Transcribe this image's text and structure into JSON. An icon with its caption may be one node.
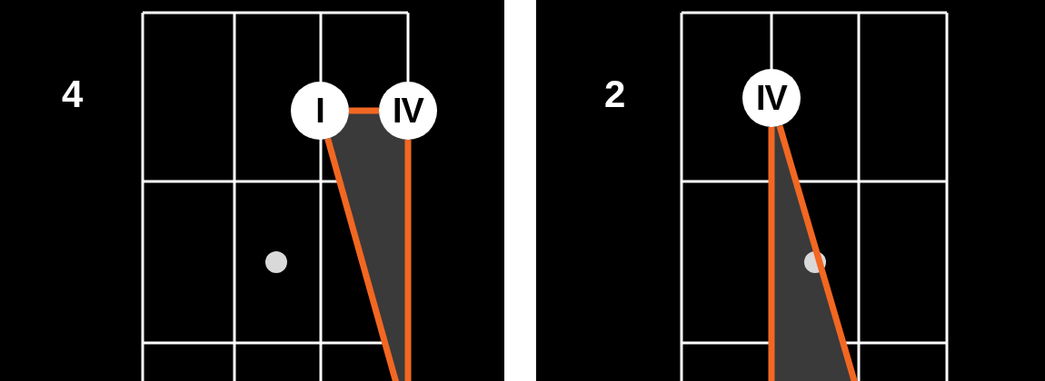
{
  "diagram": {
    "nodes": [
      {
        "text": [
          "I"
        ]
      },
      {
        "text": [
          "IV"
        ]
      },
      {
        "text": [
          "IV"
        ]
      }
    ],
    "edges": [
      {
        "from": 0,
        "to": 1,
        "arrow": "none"
      },
      {
        "from": 0,
        "to": null,
        "arrow": "none"
      },
      {
        "from": 1,
        "to": null,
        "arrow": "none"
      },
      {
        "from": 2,
        "to": null,
        "arrow": "none"
      },
      {
        "from": 2,
        "to": null,
        "arrow": "none"
      }
    ],
    "labels": [
      "4",
      "2"
    ]
  }
}
